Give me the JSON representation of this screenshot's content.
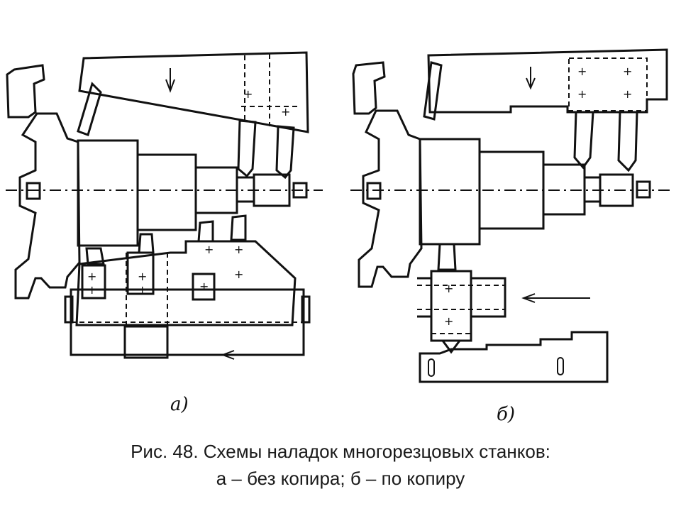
{
  "figure": {
    "caption_line1": "Рис. 48. Схемы наладок многорезцовых станков:",
    "caption_line2": "а – без копира; б – по копиру",
    "panels": [
      {
        "id": "a",
        "label": "а)"
      },
      {
        "id": "b",
        "label": "б)"
      }
    ]
  }
}
